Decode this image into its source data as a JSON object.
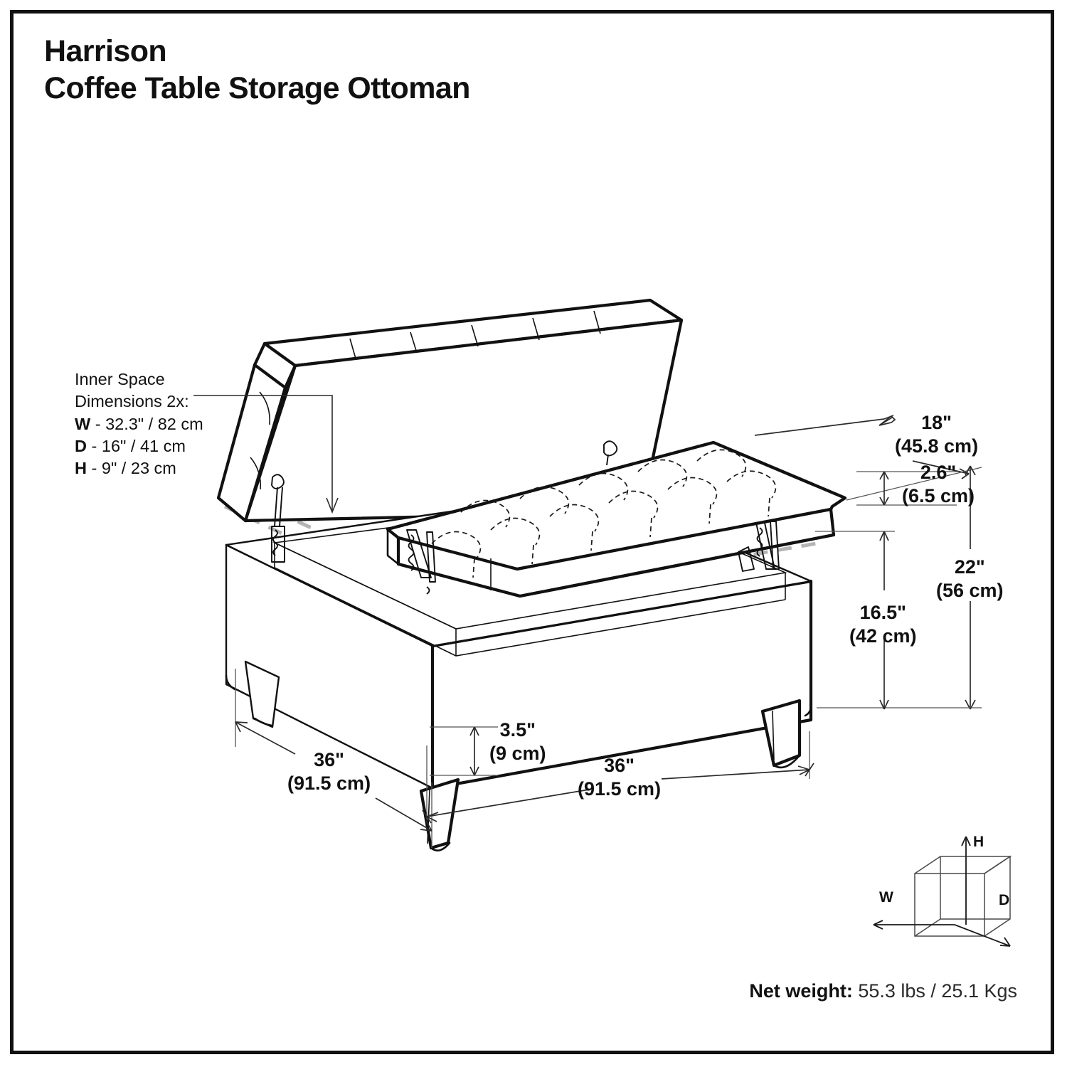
{
  "document": {
    "brand_title": "Harrison",
    "product_title": "Coffee Table Storage Ottoman"
  },
  "inner_space": {
    "heading_line1": "Inner Space",
    "heading_line2": "Dimensions 2x:",
    "width_key": "W",
    "width_value": "- 32.3\" / 82 cm",
    "depth_key": "D",
    "depth_value": "- 16\" / 41 cm",
    "height_key": "H",
    "height_value": "- 9\" / 23 cm"
  },
  "dimensions": {
    "lid_depth": {
      "imperial": "18\"",
      "metric": "(45.8 cm)"
    },
    "lid_thickness": {
      "imperial": "2.6\"",
      "metric": "(6.5 cm)"
    },
    "overall_height": {
      "imperial": "22\"",
      "metric": "(56 cm)"
    },
    "seat_height": {
      "imperial": "16.5\"",
      "metric": "(42 cm)"
    },
    "leg_height": {
      "imperial": "3.5\"",
      "metric": "(9 cm)"
    },
    "depth": {
      "imperial": "36\"",
      "metric": "(91.5 cm)"
    },
    "width": {
      "imperial": "36\"",
      "metric": "(91.5 cm)"
    }
  },
  "axis_legend": {
    "height_axis": "H",
    "width_axis": "W",
    "depth_axis": "D"
  },
  "footer": {
    "net_weight_label": "Net weight:",
    "net_weight_value": "55.3 lbs / 25.1 Kgs"
  },
  "colors": {
    "ink": "#111111",
    "ghost": "#b4b4b4",
    "dimension": "#2b2b2b",
    "paper": "#ffffff"
  },
  "icons": {
    "axis_cube": "cube-icon",
    "down_arrow": "arrow-down-icon"
  }
}
